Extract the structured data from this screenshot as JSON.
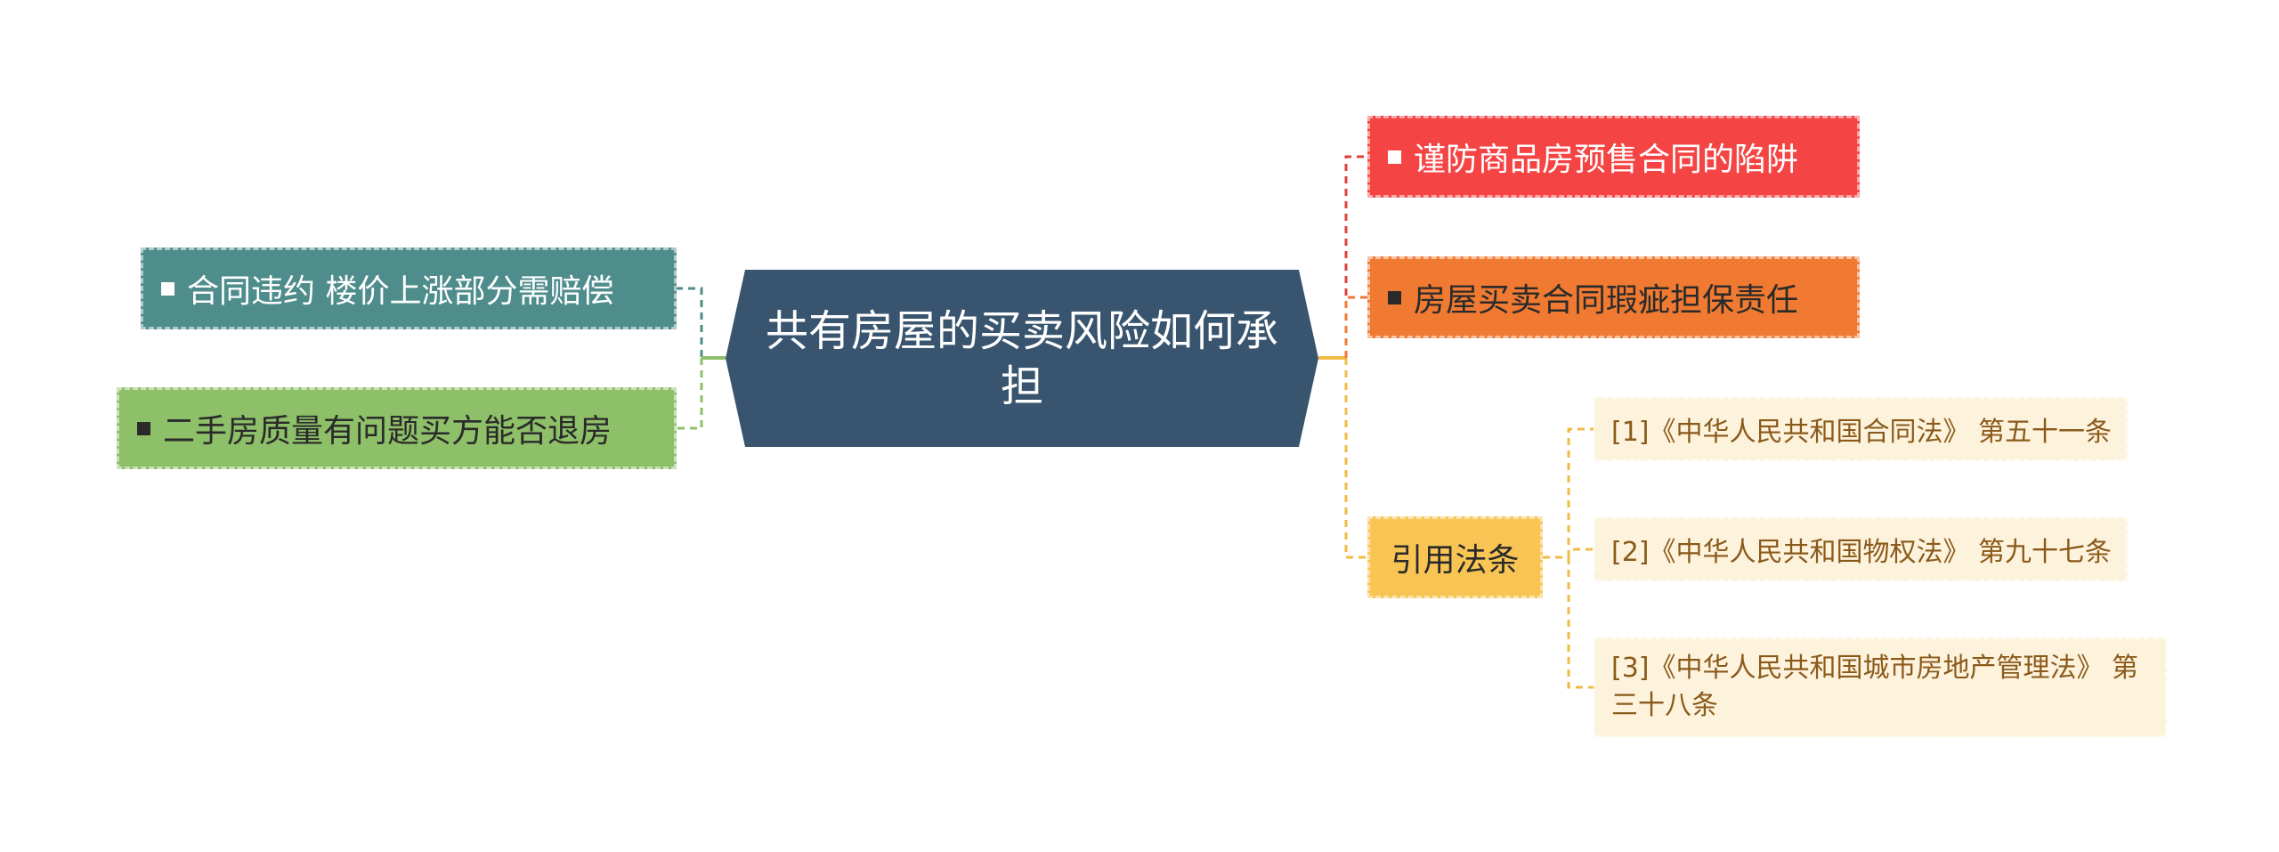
{
  "root": {
    "title": "共有房屋的买卖风险如何承担",
    "fill": "#38546e"
  },
  "left_branches": [
    {
      "label": "合同违约 楼价上涨部分需赔偿",
      "fill": "#4e8d8b",
      "line": "#4e8d8b",
      "bullet": true
    },
    {
      "label": "二手房质量有问题买方能否退房",
      "fill": "#8ebf69",
      "line": "#8ebf69",
      "bullet": true
    }
  ],
  "right_branches": [
    {
      "label": "谨防商品房预售合同的陷阱",
      "fill": "#f54444",
      "line": "#e0403a",
      "bullet": true
    },
    {
      "label": "房屋买卖合同瑕疵担保责任",
      "fill": "#f07a31",
      "line": "#f07a31",
      "bullet": true
    },
    {
      "label": "引用法条",
      "fill": "#f8c555",
      "line": "#f0bb45",
      "bullet": false,
      "children": [
        {
          "label": "[1]《中华人民共和国合同法》 第五十一条"
        },
        {
          "label": "[2]《中华人民共和国物权法》 第九十七条"
        },
        {
          "label": "[3]《中华人民共和国城市房地产管理法》 第三十八条"
        }
      ]
    }
  ]
}
